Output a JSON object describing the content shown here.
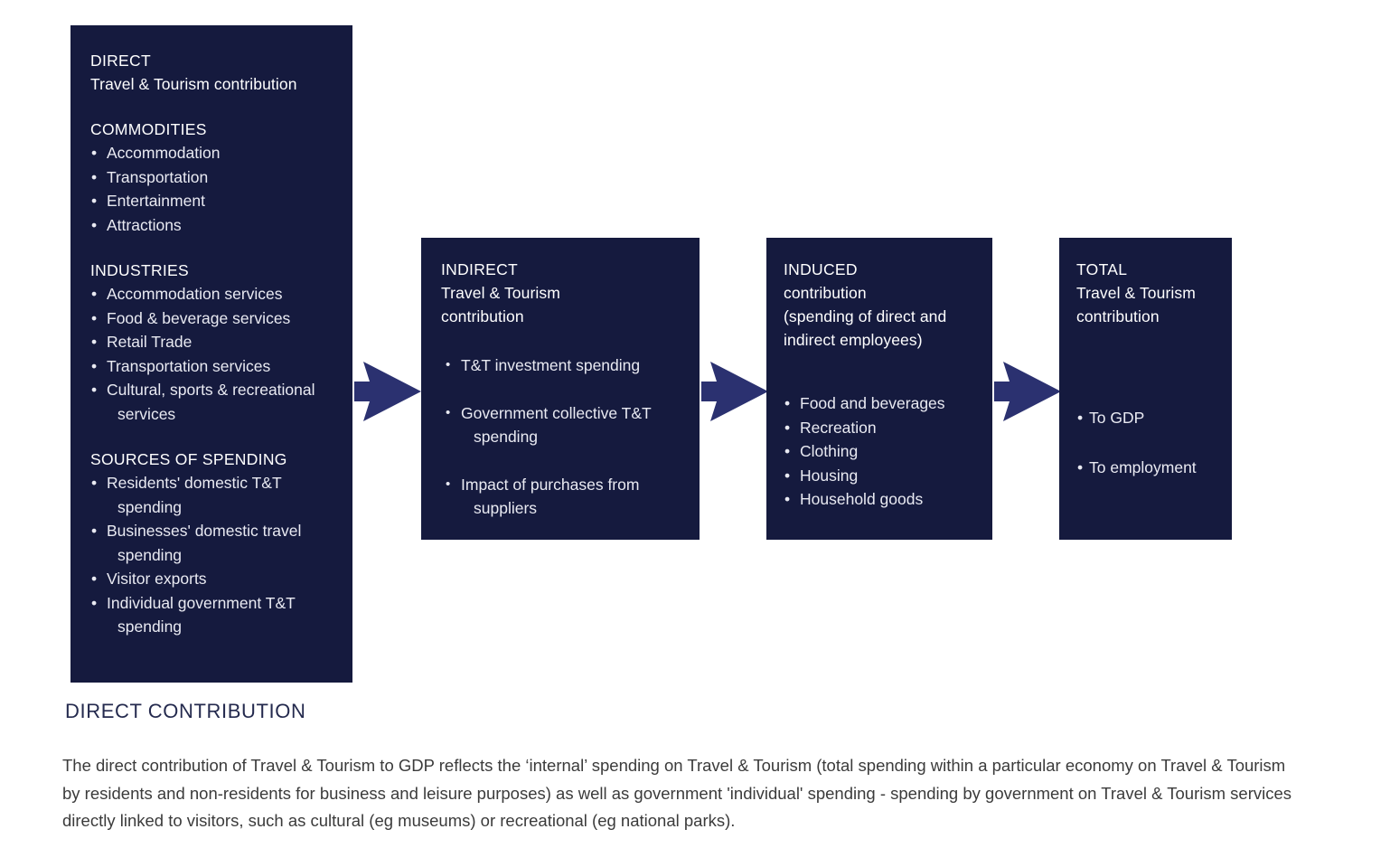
{
  "theme": {
    "box_bg": "#151a3e",
    "arrow_fill": "#2b3170",
    "page_bg": "#ffffff",
    "heading_color": "#242a4e",
    "body_color": "#3b3b3b"
  },
  "boxes": [
    {
      "id": "direct",
      "title_line1": "DIRECT",
      "title_line2": "Travel & Tourism contribution",
      "groups": [
        {
          "label": "COMMODITIES",
          "items": [
            {
              "text": "Accommodation"
            },
            {
              "text": "Transportation"
            },
            {
              "text": "Entertainment"
            },
            {
              "text": "Attractions"
            }
          ]
        },
        {
          "label": "INDUSTRIES",
          "items": [
            {
              "text": "Accommodation services"
            },
            {
              "text": "Food & beverage services"
            },
            {
              "text": "Retail Trade"
            },
            {
              "text": "Transportation services"
            },
            {
              "text": "Cultural, sports & recreational",
              "cont": "services"
            }
          ]
        },
        {
          "label": "SOURCES OF SPENDING",
          "items": [
            {
              "text": "Residents' domestic T&T",
              "cont": "spending"
            },
            {
              "text": "Businesses' domestic travel",
              "cont": "spending"
            },
            {
              "text": "Visitor exports"
            },
            {
              "text": "Individual government T&T",
              "cont": "spending"
            }
          ]
        }
      ]
    },
    {
      "id": "indirect",
      "title_line1": "INDIRECT",
      "title_line2": "Travel & Tourism",
      "title_line3": "contribution",
      "items": [
        {
          "text": "T&T investment spending"
        },
        {
          "text": "Government collective T&T",
          "cont": "spending"
        },
        {
          "text": "Impact of purchases from",
          "cont": "suppliers"
        }
      ]
    },
    {
      "id": "induced",
      "title_line1": "INDUCED",
      "title_line2": "contribution",
      "title_line3": "(spending of direct and",
      "title_line4": "indirect employees)",
      "items": [
        {
          "text": "Food and beverages"
        },
        {
          "text": "Recreation"
        },
        {
          "text": "Clothing"
        },
        {
          "text": "Housing"
        },
        {
          "text": "Household goods"
        }
      ]
    },
    {
      "id": "total",
      "title_line1": "TOTAL",
      "title_line2": "Travel & Tourism",
      "title_line3": "contribution",
      "items": [
        {
          "text": "To GDP"
        },
        {
          "text": "To employment"
        }
      ]
    }
  ],
  "arrows": [
    {
      "name": "arrow-direct-to-indirect"
    },
    {
      "name": "arrow-indirect-to-induced"
    },
    {
      "name": "arrow-induced-to-total"
    }
  ],
  "footer": {
    "heading": "DIRECT CONTRIBUTION",
    "paragraph": "The direct contribution of Travel & Tourism to GDP reflects the ‘internal’ spending on Travel & Tourism (total spending within a particular economy on Travel & Tourism by residents and non-residents for business and leisure purposes) as well as government 'individual' spending - spending by government on Travel & Tourism services directly linked to visitors, such as cultural (eg museums) or recreational (eg national parks)."
  }
}
